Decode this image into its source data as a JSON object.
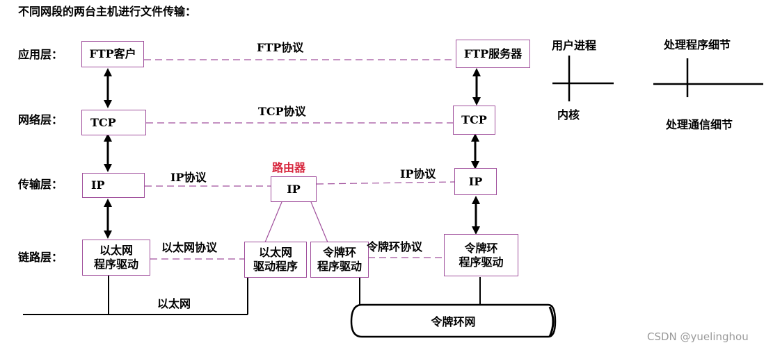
{
  "title": "不同网段的两台主机进行文件传输：",
  "layers": {
    "application": "应用层：",
    "network": "网络层：",
    "transport": "传输层：",
    "link": "链路层："
  },
  "host_a": {
    "ftp": "FTP客户",
    "tcp": "TCP",
    "ip": "IP",
    "ethernet_driver": [
      "以太网",
      "程序驱动"
    ]
  },
  "router": {
    "label": "路由器",
    "ip": "IP",
    "ethernet_driver": [
      "以太网",
      "驱动程序"
    ],
    "token_ring_driver": [
      "令牌环",
      "程序驱动"
    ]
  },
  "host_b": {
    "ftp": "FTP服务器",
    "tcp": "TCP",
    "ip": "IP",
    "token_ring_driver": [
      "令牌环",
      "程序驱动"
    ]
  },
  "protocols": {
    "ftp": "FTP协议",
    "tcp": "TCP协议",
    "ip_left": "IP协议",
    "ip_right": "IP协议",
    "ethernet": "以太网协议",
    "token_ring": "令牌环协议"
  },
  "networks": {
    "ethernet": "以太网",
    "token_ring": "令牌环网"
  },
  "legend": {
    "user_process": "用户进程",
    "kernel": "内核",
    "application_detail": "处理程序细节",
    "communication_detail": "处理通信细节"
  },
  "watermark": "CSDN @yuelinghou",
  "colors": {
    "box_border": "#a04f9c",
    "dashed_line": "#a04f9c",
    "router_label": "#d7263d",
    "arrow": "#000000"
  }
}
